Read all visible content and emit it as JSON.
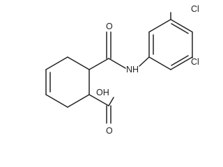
{
  "structure": {
    "atoms": {
      "carbonyl_oxygen": "O",
      "amide_nitrogen": "N",
      "amide_hydrogen": "H",
      "hydroxyl": "OH",
      "carboxyl_oxygen": "O",
      "chlorine_top": "Cl",
      "chlorine_right": "Cl"
    }
  }
}
